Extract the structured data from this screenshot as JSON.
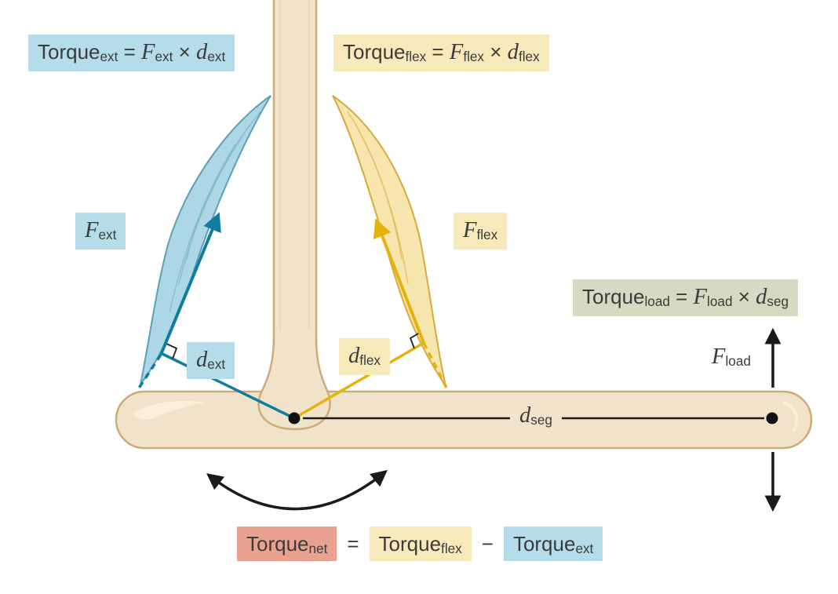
{
  "equations": {
    "ext": {
      "name": "Torque",
      "name_sub": "ext",
      "equals": " = ",
      "force": "F",
      "force_sub": "ext",
      "times": " × ",
      "dist": "d",
      "dist_sub": "ext"
    },
    "flex": {
      "name": "Torque",
      "name_sub": "flex",
      "equals": " = ",
      "force": "F",
      "force_sub": "flex",
      "times": " × ",
      "dist": "d",
      "dist_sub": "flex"
    },
    "load": {
      "name": "Torque",
      "name_sub": "load",
      "equals": " = ",
      "force": "F",
      "force_sub": "load",
      "times": " × ",
      "dist": "d",
      "dist_sub": "seg"
    },
    "net": {
      "result": "Torque",
      "result_sub": "net",
      "equals": "=",
      "term1": "Torque",
      "term1_sub": "flex",
      "minus": "−",
      "term2": "Torque",
      "term2_sub": "ext"
    }
  },
  "labels": {
    "f_ext": {
      "symbol": "F",
      "sub": "ext"
    },
    "f_flex": {
      "symbol": "F",
      "sub": "flex"
    },
    "d_ext": {
      "symbol": "d",
      "sub": "ext"
    },
    "d_flex": {
      "symbol": "d",
      "sub": "flex"
    },
    "d_seg": {
      "symbol": "d",
      "sub": "seg"
    },
    "f_load": {
      "symbol": "F",
      "sub": "load"
    }
  },
  "colors": {
    "extensor_highlight": "#b5dce9",
    "flexor_highlight": "#f8e9bb",
    "load_highlight": "#d8d9c3",
    "net_highlight": "#e9a28f",
    "extensor_line": "#0e7d9e",
    "flexor_line": "#e3b20d",
    "bone_fill": "#f1e3c9",
    "bone_outline": "#cdab79",
    "ink": "#1a1a1a"
  }
}
